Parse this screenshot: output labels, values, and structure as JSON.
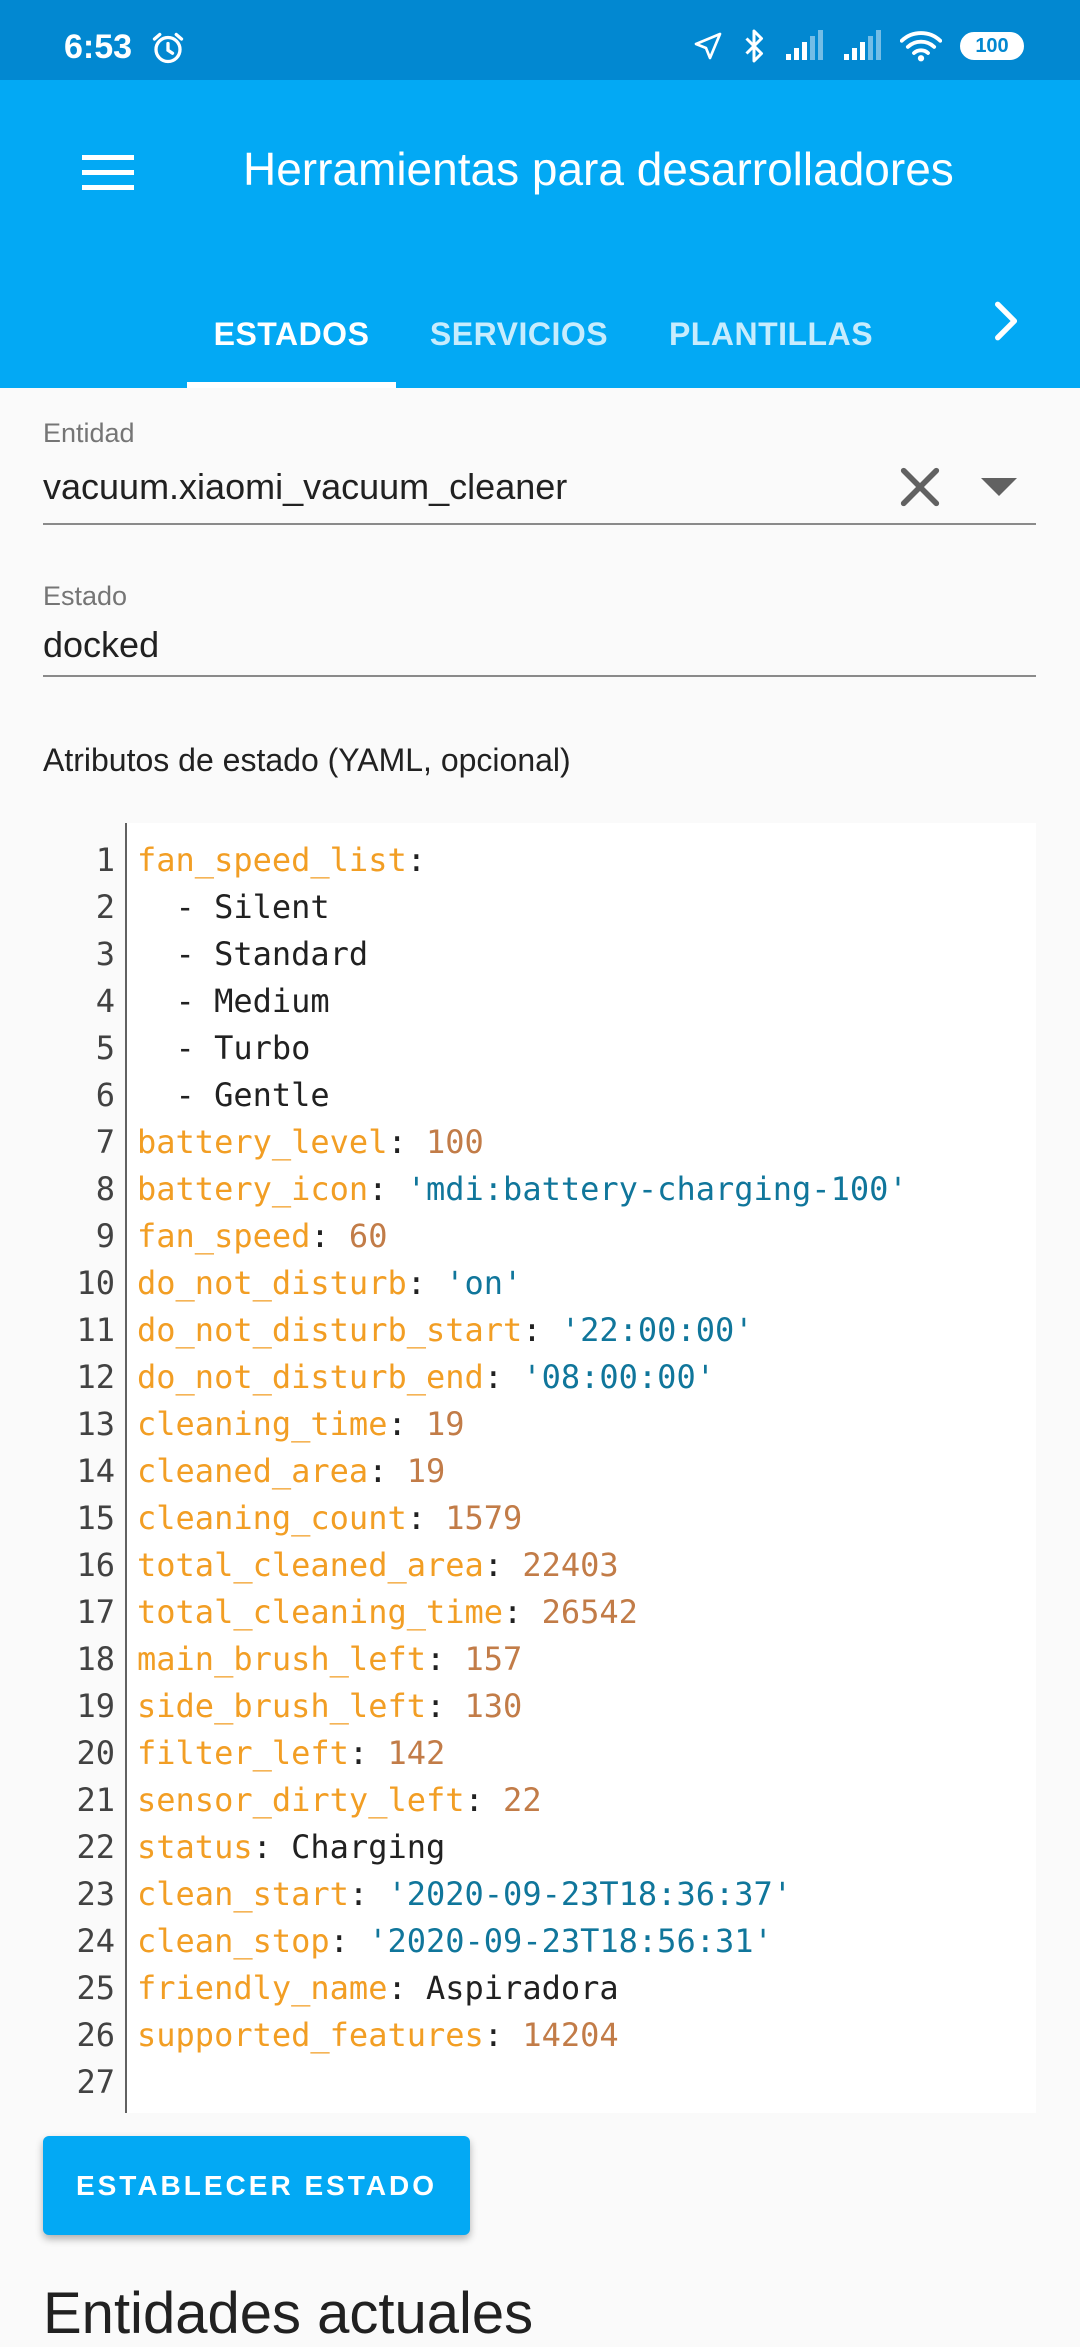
{
  "status_bar": {
    "time": "6:53",
    "battery": "100"
  },
  "app_bar": {
    "title": "Herramientas para desarrolladores",
    "tabs": [
      {
        "label": "ESTADOS"
      },
      {
        "label": "SERVICIOS"
      },
      {
        "label": "PLANTILLAS"
      }
    ]
  },
  "entity_field": {
    "label": "Entidad",
    "value": "vacuum.xiaomi_vacuum_cleaner"
  },
  "state_field": {
    "label": "Estado",
    "value": "docked"
  },
  "attributes": {
    "label": "Atributos de estado (YAML, opcional)",
    "lines": [
      {
        "num": "1",
        "key": "fan_speed_list",
        "val": "",
        "type": ""
      },
      {
        "num": "2",
        "text": "  - Silent"
      },
      {
        "num": "3",
        "text": "  - Standard"
      },
      {
        "num": "4",
        "text": "  - Medium"
      },
      {
        "num": "5",
        "text": "  - Turbo"
      },
      {
        "num": "6",
        "text": "  - Gentle"
      },
      {
        "num": "7",
        "key": "battery_level",
        "val": "100",
        "type": "n"
      },
      {
        "num": "8",
        "key": "battery_icon",
        "val": "'mdi:battery-charging-100'",
        "type": "s"
      },
      {
        "num": "9",
        "key": "fan_speed",
        "val": "60",
        "type": "n"
      },
      {
        "num": "10",
        "key": "do_not_disturb",
        "val": "'on'",
        "type": "s"
      },
      {
        "num": "11",
        "key": "do_not_disturb_start",
        "val": "'22:00:00'",
        "type": "s"
      },
      {
        "num": "12",
        "key": "do_not_disturb_end",
        "val": "'08:00:00'",
        "type": "s"
      },
      {
        "num": "13",
        "key": "cleaning_time",
        "val": "19",
        "type": "n"
      },
      {
        "num": "14",
        "key": "cleaned_area",
        "val": "19",
        "type": "n"
      },
      {
        "num": "15",
        "key": "cleaning_count",
        "val": "1579",
        "type": "n"
      },
      {
        "num": "16",
        "key": "total_cleaned_area",
        "val": "22403",
        "type": "n"
      },
      {
        "num": "17",
        "key": "total_cleaning_time",
        "val": "26542",
        "type": "n"
      },
      {
        "num": "18",
        "key": "main_brush_left",
        "val": "157",
        "type": "n"
      },
      {
        "num": "19",
        "key": "side_brush_left",
        "val": "130",
        "type": "n"
      },
      {
        "num": "20",
        "key": "filter_left",
        "val": "142",
        "type": "n"
      },
      {
        "num": "21",
        "key": "sensor_dirty_left",
        "val": "22",
        "type": "n"
      },
      {
        "num": "22",
        "key": "status",
        "val": "Charging",
        "type": "p"
      },
      {
        "num": "23",
        "key": "clean_start",
        "val": "'2020-09-23T18:36:37'",
        "type": "s"
      },
      {
        "num": "24",
        "key": "clean_stop",
        "val": "'2020-09-23T18:56:31'",
        "type": "s"
      },
      {
        "num": "25",
        "key": "friendly_name",
        "val": "Aspiradora",
        "type": "p"
      },
      {
        "num": "26",
        "key": "supported_features",
        "val": "14204",
        "type": "n"
      },
      {
        "num": "27",
        "text": ""
      }
    ]
  },
  "set_state_button": {
    "label": "ESTABLECER ESTADO"
  },
  "current_entities": {
    "heading": "Entidades actuales"
  },
  "colors": {
    "app_bar": "#03a9f4",
    "status_bar": "#0288d1",
    "yaml_key": "#f29e24",
    "yaml_number": "#c27c48",
    "yaml_string": "#10769b"
  },
  "icons": {
    "status": [
      "alarm-icon",
      "location-arrow-icon",
      "bluetooth-icon",
      "signal-icon",
      "signal-icon",
      "wifi-icon",
      "battery-icon"
    ],
    "app_bar": [
      "menu-icon",
      "chevron-right-icon"
    ],
    "entity_field": [
      "close-icon",
      "dropdown-arrow-icon"
    ]
  }
}
